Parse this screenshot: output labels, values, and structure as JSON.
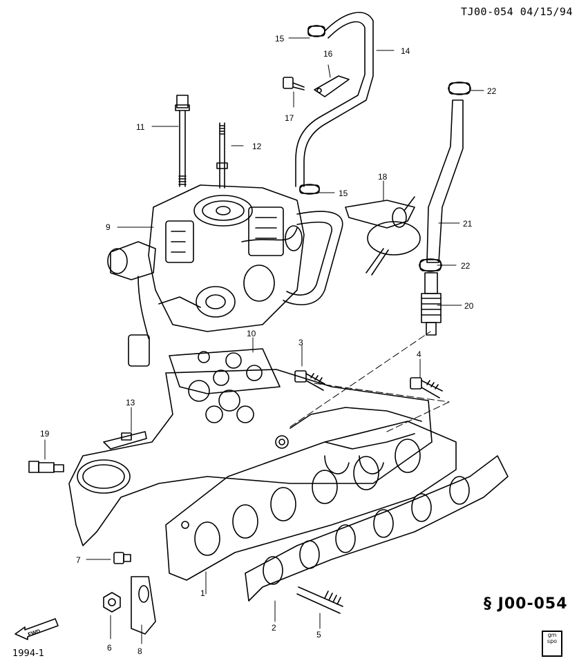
{
  "header": {
    "ref": "TJ00-054 04/15/94"
  },
  "footer": {
    "code": "J00-054",
    "year": "1994-1",
    "fwd": "FWD",
    "badge_top": "gm",
    "badge_bottom": "spo"
  },
  "callouts": [
    "1",
    "2",
    "3",
    "4",
    "5",
    "6",
    "7",
    "8",
    "9",
    "10",
    "11",
    "12",
    "13",
    "14",
    "15",
    "15",
    "16",
    "17",
    "18",
    "19",
    "20",
    "21",
    "22",
    "22"
  ]
}
